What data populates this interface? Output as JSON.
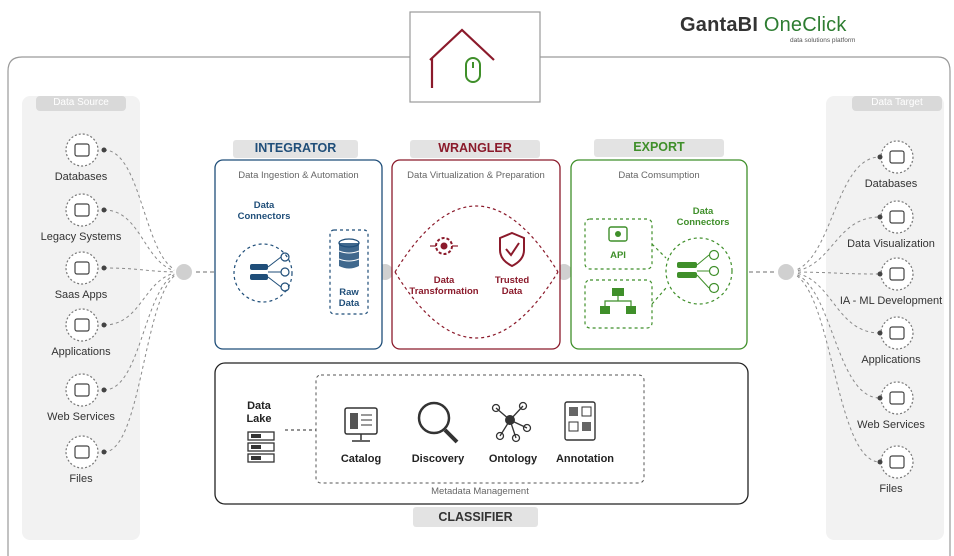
{
  "brand": {
    "name_main": "GantaBI ",
    "name_accent": "OneClick",
    "tagline": "data solutions platform"
  },
  "source": {
    "title": "Data Source",
    "items": [
      "Databases",
      "Legacy Systems",
      "Saas Apps",
      "Applications",
      "Web Services",
      "Files"
    ]
  },
  "target": {
    "title": "Data Target",
    "items": [
      "Databases",
      "Data Visualization",
      "IA - ML Development",
      "Applications",
      "Web Services",
      "Files"
    ]
  },
  "integrator": {
    "title": "INTEGRATOR",
    "subtitle": "Data Ingestion & Automation",
    "connectors": "Data\nConnectors",
    "raw": "Raw\nData"
  },
  "wrangler": {
    "title": "WRANGLER",
    "subtitle": "Data Virtualization & Preparation",
    "transformation": "Data\nTransformation",
    "trusted": "Trusted\nData"
  },
  "export": {
    "title": "EXPORT",
    "subtitle": "Data Comsumption",
    "api": "API",
    "connectors": "Data\nConnectors"
  },
  "classifier": {
    "title": "CLASSIFIER",
    "lake": "Data\nLake",
    "items": [
      "Catalog",
      "Discovery",
      "Ontology",
      "Annotation"
    ],
    "metadata": "Metadata Management"
  },
  "colors": {
    "integrator": "#1f4e79",
    "wrangler": "#8b1a2b",
    "export": "#3f8f2a",
    "grey": "#9a9a9a"
  }
}
